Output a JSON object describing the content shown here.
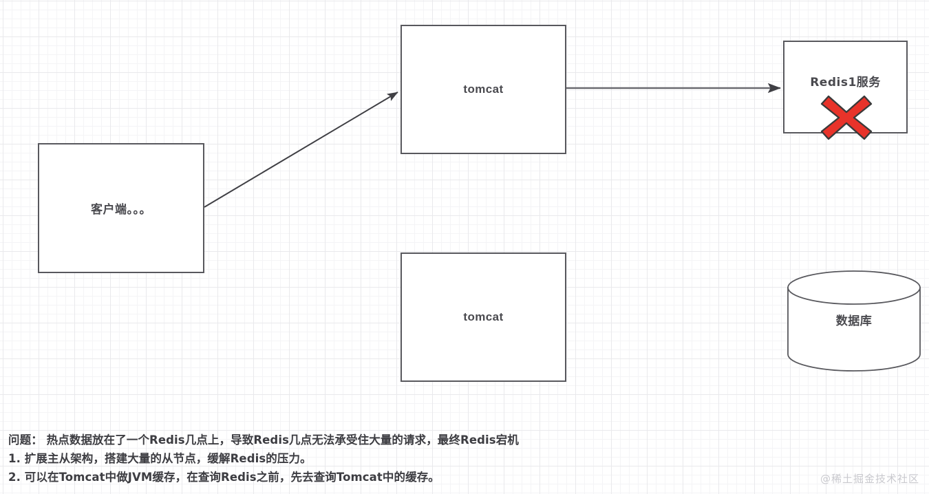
{
  "diagram": {
    "nodes": {
      "client": {
        "label": "客户端。。。"
      },
      "tomcat_top": {
        "label": "tomcat"
      },
      "tomcat_bottom": {
        "label": "tomcat"
      },
      "redis": {
        "label": "Redis1服务",
        "status_mark": "red-x-cross"
      },
      "database": {
        "label": "数据库"
      }
    },
    "edges": [
      {
        "from": "client",
        "to": "tomcat_top",
        "style": "arrow-diagonal"
      },
      {
        "from": "tomcat_top",
        "to": "redis",
        "style": "arrow-horizontal"
      }
    ],
    "colors": {
      "node_stroke": "#58585d",
      "node_fill": "#ffffff",
      "text": "#4a4a4f",
      "error_red": "#e8332a",
      "error_red_outline": "#3a3a3a",
      "grid_minor": "#f4f4f6",
      "grid_major": "#e9e9ec"
    }
  },
  "caption": {
    "lines": [
      "问题： 热点数据放在了一个Redis几点上，导致Redis几点无法承受住大量的请求，最终Redis宕机",
      "1. 扩展主从架构，搭建大量的从节点，缓解Redis的压力。",
      "2. 可以在Tomcat中做JVM缓存，在查询Redis之前，先去查询Tomcat中的缓存。"
    ]
  },
  "watermark": {
    "text": "@稀土掘金技术社区"
  }
}
